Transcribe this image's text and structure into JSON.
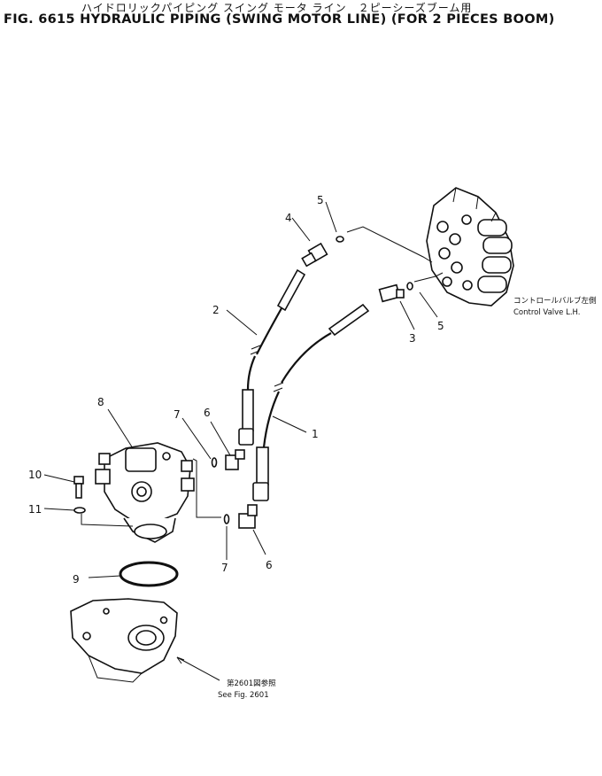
{
  "title_jp": "ハイドロリックパイピング スイング モータ ライン　２ピーシーズブーム用",
  "title_en": "FIG. 6615  HYDRAULIC PIPING (SWING MOTOR LINE) (FOR 2 PIECES BOOM)",
  "callouts": [
    "1",
    "2",
    "3",
    "4",
    "5",
    "5",
    "6",
    "6",
    "7",
    "7",
    "8",
    "9",
    "10",
    "11"
  ],
  "control_valve": {
    "jp": "コントロールバルブ左側",
    "en": "Control Valve L.H."
  },
  "see_fig": {
    "jp": "第2601図参照",
    "en": "See Fig. 2601"
  }
}
